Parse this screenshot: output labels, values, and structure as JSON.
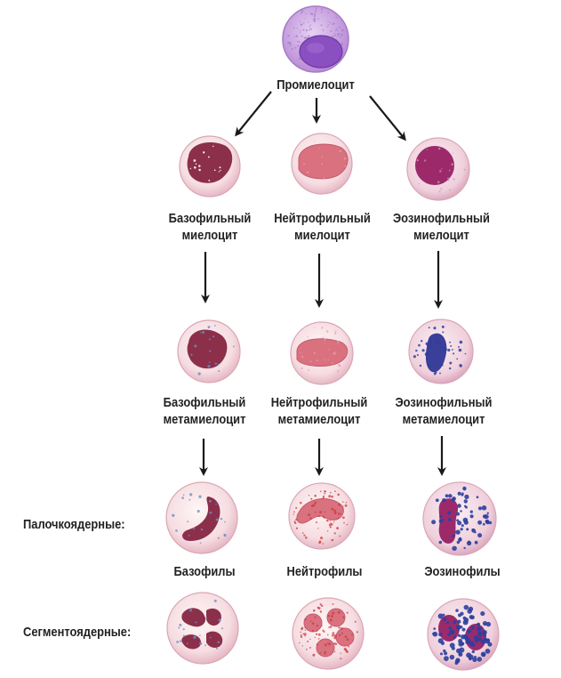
{
  "labels": {
    "promyelocyte": "Промиелоцит",
    "baso_myelocyte": [
      "Базофильный",
      "миелоцит"
    ],
    "neutro_myelocyte": [
      "Нейтрофильный",
      "миелоцит"
    ],
    "eos_myelocyte": [
      "Эозинофильный",
      "миелоцит"
    ],
    "baso_metamyelocyte": [
      "Базофильный",
      "метамиелоцит"
    ],
    "neutro_metamyelocyte": [
      "Нейтрофильный",
      "метамиелоцит"
    ],
    "eos_metamyelocyte": [
      "Эозинофильный",
      "метамиелоцит"
    ],
    "band_row": "Палочкоядерные:",
    "basophils": "Базофилы",
    "neutrophils": "Нейтрофилы",
    "eosinophils": "Эозинофилы",
    "segmented_row": "Сегментоядерные:"
  },
  "colors": {
    "arrow": "#1a1a1a",
    "cell_rim": "#d9a7b5",
    "promyelocyte_cyto": "#c9a6de",
    "promyelocyte_nucleus": "#8a4fc0",
    "basophil_nucleus": "#8c2f4a",
    "neutrophil_nucleus": "#d9717f",
    "eosinophil_nucleus": "#9c2a6b",
    "eos_granule": "#2c3f9e",
    "neutro_granule": "#c93b3b",
    "baso_granule": "#6f8fc0"
  }
}
